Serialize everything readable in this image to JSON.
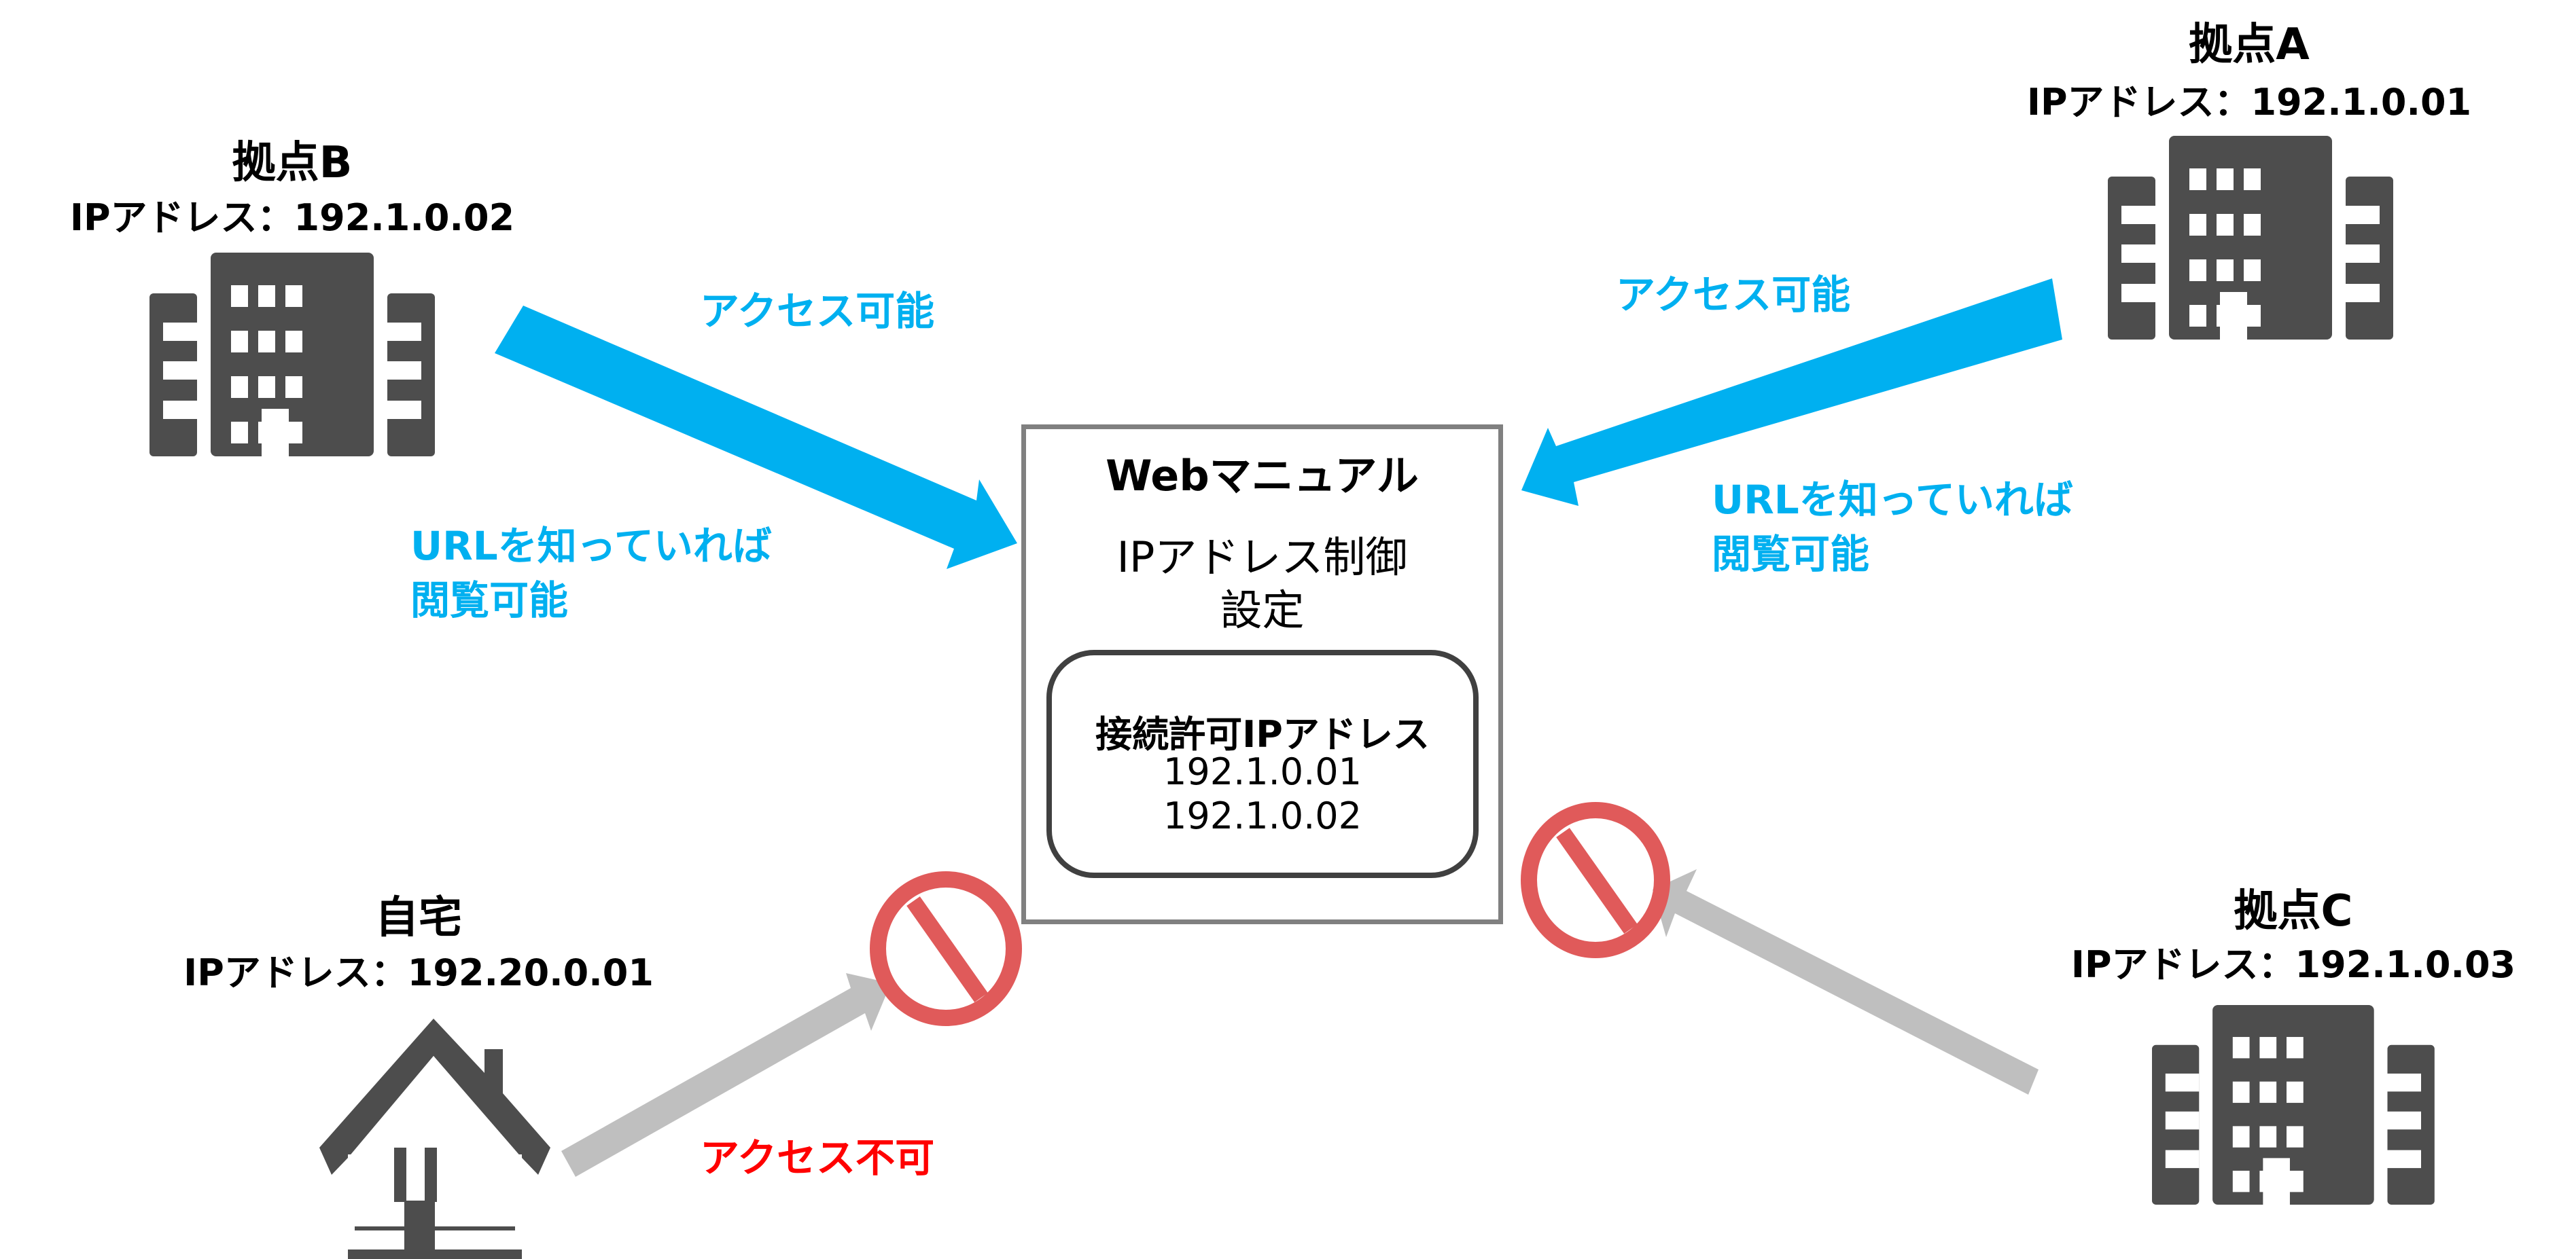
{
  "colors": {
    "allowed": "#00b0f0",
    "denied": "#ff0000",
    "blocked_arrow": "#bfbfbf",
    "icon": "#4d4d4d",
    "no_entry": "#e05a5a",
    "box_border": "#808080"
  },
  "sites": {
    "a": {
      "title": "拠点A",
      "ip": "IPアドレス：192.1.0.01",
      "icon": "office-building-icon"
    },
    "b": {
      "title": "拠点B",
      "ip": "IPアドレス：192.1.0.02",
      "icon": "office-building-icon"
    },
    "c": {
      "title": "拠点C",
      "ip": "IPアドレス：192.1.0.03",
      "icon": "office-building-icon"
    },
    "home": {
      "title": "自宅",
      "ip": "IPアドレス：192.20.0.01",
      "icon": "house-icon"
    }
  },
  "labels": {
    "access_ok_left": "アクセス可能",
    "access_ok_right": "アクセス可能",
    "url_note_left_1": "URLを知っていれば",
    "url_note_left_2": "閲覧可能",
    "url_note_right_1": "URLを知っていれば",
    "url_note_right_2": "閲覧可能",
    "access_denied": "アクセス不可"
  },
  "server": {
    "title": "Webマニュアル",
    "subtitle_1": "IPアドレス制御",
    "subtitle_2": "設定",
    "allowlist_title": "接続許可IPアドレス",
    "allowlist": [
      "192.1.0.01",
      "192.1.0.02"
    ]
  }
}
